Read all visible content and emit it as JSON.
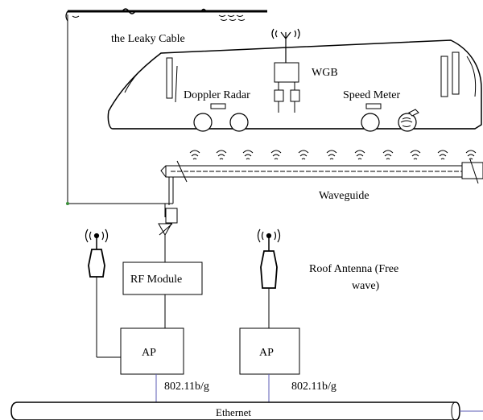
{
  "labels": {
    "leaky_cable": "the Leaky Cable",
    "wgb": "WGB",
    "doppler_radar": "Doppler Radar",
    "speed_meter": "Speed Meter",
    "waveguide": "Waveguide",
    "rf_module": "RF Module",
    "roof_antenna_line1": "Roof Antenna (Free",
    "roof_antenna_line2": "wave)",
    "ap_left": "AP",
    "ap_right": "AP",
    "link_left": "802.11b/g",
    "link_right": "802.11b/g",
    "ethernet": "Ethernet"
  },
  "colors": {
    "line": "#000000",
    "bus_link": "#5b5bb5",
    "junction": "#3a8f3a"
  }
}
